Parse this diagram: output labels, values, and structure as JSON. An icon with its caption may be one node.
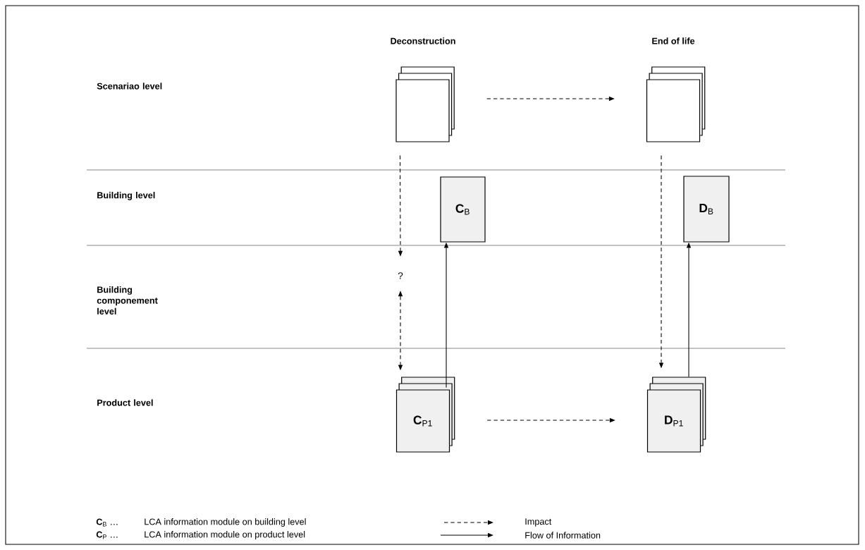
{
  "diagram": {
    "nodes": [
      {
        "text": [],
        "shape": "box"
      },
      {
        "text": [],
        "shape": "box"
      },
      {
        "text": [
          "**C**$_{B}$"
        ]
      },
      {
        "text": [
          "**D**$_{B}$"
        ]
      },
      {
        "text": [
          "?"
        ]
      },
      {
        "text": [
          "**C**$_{P1}$"
        ]
      },
      {
        "text": [
          "**D**$_{P1}$"
        ]
      }
    ],
    "edges": [
      {
        "from": 0,
        "to": 1,
        "arrow": "to",
        "style": "dashed"
      },
      {
        "from": 0,
        "to": 4,
        "arrow": "to",
        "style": "dashed"
      },
      {
        "from": 4,
        "to": 5,
        "arrow": "both",
        "style": "dashed"
      },
      {
        "from": 5,
        "to": 2,
        "arrow": "to"
      },
      {
        "from": 1,
        "to": 6,
        "arrow": "to",
        "style": "dashed"
      },
      {
        "from": 6,
        "to": 3,
        "arrow": "to"
      },
      {
        "from": 5,
        "to": 6,
        "arrow": "to",
        "style": "dashed"
      }
    ],
    "labels": [
      "Deconstruction",
      "End of life",
      "Scenariao level",
      "Building level",
      "Building componement level",
      "Product level",
      "**C**$_{B}$ …",
      "LCA information module on building level",
      "**C**$_{P}$ …",
      "LCA information module on product level"
    ],
    "legend": [
      {
        "text": "Impact"
      },
      {
        "text": "Flow of Information"
      }
    ]
  }
}
